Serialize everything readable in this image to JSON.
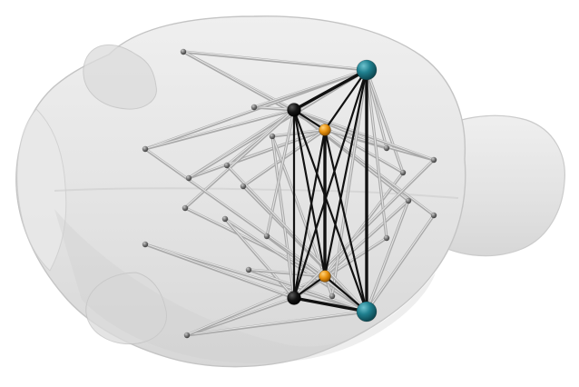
{
  "diagram": {
    "colors": {
      "background": "#ffffff",
      "brain_fill": "#e6e6e6",
      "brain_stroke": "#c4c4c4",
      "edge_grey": "#a9a9a9",
      "edge_grey_highlight": "#e4e4e4",
      "edge_black": "#111111",
      "node_small": "#6b6b6b",
      "hub_black": "#0d0d0d",
      "hub_orange": "#e8920f",
      "hub_teal": "#1a6f7d"
    },
    "nodes": [
      {
        "id": "tealTop",
        "kind": "hub-teal"
      },
      {
        "id": "tealBottom",
        "kind": "hub-teal"
      },
      {
        "id": "blackTop",
        "kind": "hub-black"
      },
      {
        "id": "blackBottom",
        "kind": "hub-black"
      },
      {
        "id": "orangeTop",
        "kind": "hub-orange"
      },
      {
        "id": "orangeBottom",
        "kind": "hub-orange"
      },
      {
        "id": "n1",
        "kind": "small"
      },
      {
        "id": "n2",
        "kind": "small"
      },
      {
        "id": "n3",
        "kind": "small"
      },
      {
        "id": "n4",
        "kind": "small"
      },
      {
        "id": "n5",
        "kind": "small"
      },
      {
        "id": "n6",
        "kind": "small"
      },
      {
        "id": "n7",
        "kind": "small"
      },
      {
        "id": "n8",
        "kind": "small"
      },
      {
        "id": "n9",
        "kind": "small"
      },
      {
        "id": "n10",
        "kind": "small"
      },
      {
        "id": "n11",
        "kind": "small"
      },
      {
        "id": "n12",
        "kind": "small"
      },
      {
        "id": "n13",
        "kind": "small"
      },
      {
        "id": "n14",
        "kind": "small"
      },
      {
        "id": "n15",
        "kind": "small"
      },
      {
        "id": "n16",
        "kind": "small"
      },
      {
        "id": "n17",
        "kind": "small"
      },
      {
        "id": "n18",
        "kind": "small"
      },
      {
        "id": "n19",
        "kind": "small"
      },
      {
        "id": "n20",
        "kind": "small"
      }
    ],
    "edges": [
      [
        "n1",
        "tealTop",
        "grey"
      ],
      [
        "n1",
        "blackTop",
        "grey"
      ],
      [
        "n1",
        "orangeTop",
        "grey"
      ],
      [
        "n2",
        "tealTop",
        "grey"
      ],
      [
        "n2",
        "blackTop",
        "grey"
      ],
      [
        "n3",
        "blackTop",
        "grey"
      ],
      [
        "n3",
        "tealTop",
        "grey"
      ],
      [
        "n4",
        "blackTop",
        "grey"
      ],
      [
        "n4",
        "orangeTop",
        "grey"
      ],
      [
        "n4",
        "tealTop",
        "grey"
      ],
      [
        "n5",
        "blackTop",
        "grey"
      ],
      [
        "n5",
        "orangeTop",
        "grey"
      ],
      [
        "n6",
        "blackTop",
        "grey"
      ],
      [
        "n6",
        "orangeBottom",
        "grey"
      ],
      [
        "n7",
        "blackBottom",
        "grey"
      ],
      [
        "n7",
        "tealBottom",
        "grey"
      ],
      [
        "n7",
        "orangeBottom",
        "grey"
      ],
      [
        "n8",
        "tealBottom",
        "grey"
      ],
      [
        "n8",
        "blackBottom",
        "grey"
      ],
      [
        "n9",
        "tealBottom",
        "grey"
      ],
      [
        "n9",
        "blackBottom",
        "grey"
      ],
      [
        "n10",
        "tealBottom",
        "grey"
      ],
      [
        "n10",
        "orangeBottom",
        "grey"
      ],
      [
        "n11",
        "orangeTop",
        "grey"
      ],
      [
        "n11",
        "tealBottom",
        "grey"
      ],
      [
        "n12",
        "tealTop",
        "grey"
      ],
      [
        "n12",
        "orangeTop",
        "grey"
      ],
      [
        "n12",
        "blackTop",
        "grey"
      ],
      [
        "n13",
        "tealTop",
        "grey"
      ],
      [
        "n13",
        "blackTop",
        "grey"
      ],
      [
        "n13",
        "orangeBottom",
        "grey"
      ],
      [
        "n14",
        "orangeTop",
        "grey"
      ],
      [
        "n14",
        "blackTop",
        "grey"
      ],
      [
        "n15",
        "orangeBottom",
        "grey"
      ],
      [
        "n15",
        "tealBottom",
        "grey"
      ],
      [
        "n15",
        "blackTop",
        "grey"
      ],
      [
        "n16",
        "blackTop",
        "grey"
      ],
      [
        "n16",
        "tealBottom",
        "grey"
      ],
      [
        "n17",
        "blackBottom",
        "grey"
      ],
      [
        "n17",
        "tealTop",
        "grey"
      ],
      [
        "n18",
        "tealTop",
        "grey"
      ],
      [
        "n18",
        "orangeBottom",
        "grey"
      ],
      [
        "n19",
        "orangeTop",
        "grey"
      ],
      [
        "n19",
        "orangeBottom",
        "grey"
      ],
      [
        "n19",
        "blackBottom",
        "grey"
      ],
      [
        "n20",
        "blackTop",
        "grey"
      ],
      [
        "n20",
        "tealBottom",
        "grey"
      ],
      [
        "n2",
        "orangeBottom",
        "grey"
      ],
      [
        "n5",
        "tealBottom",
        "grey"
      ],
      [
        "n14",
        "blackBottom",
        "grey"
      ],
      [
        "blackTop",
        "tealTop",
        "black"
      ],
      [
        "blackTop",
        "orangeTop",
        "black"
      ],
      [
        "blackTop",
        "blackBottom",
        "black"
      ],
      [
        "blackTop",
        "orangeBottom",
        "black"
      ],
      [
        "blackTop",
        "tealBottom",
        "black"
      ],
      [
        "tealTop",
        "orangeTop",
        "black"
      ],
      [
        "tealTop",
        "orangeBottom",
        "black"
      ],
      [
        "tealTop",
        "tealBottom",
        "black"
      ],
      [
        "tealTop",
        "blackBottom",
        "black"
      ],
      [
        "orangeTop",
        "blackBottom",
        "black"
      ],
      [
        "orangeTop",
        "tealBottom",
        "black"
      ],
      [
        "orangeBottom",
        "blackBottom",
        "black"
      ],
      [
        "orangeBottom",
        "tealBottom",
        "black"
      ],
      [
        "blackBottom",
        "tealBottom",
        "black"
      ],
      [
        "orangeTop",
        "orangeBottom",
        "black"
      ]
    ]
  }
}
